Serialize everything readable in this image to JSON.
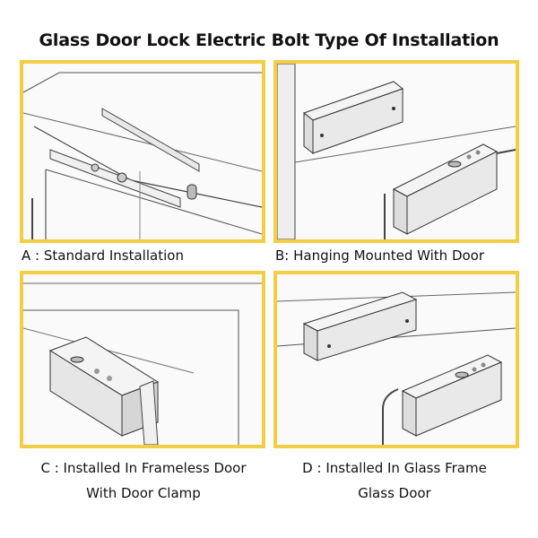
{
  "title": "Glass Door Lock Electric Bolt Type Of Installation",
  "panels": [
    {
      "id": "A",
      "letter": "A",
      "sep": " : ",
      "caption": "Standard Installation"
    },
    {
      "id": "B",
      "letter": "B",
      "sep": ": ",
      "caption": "Hanging Mounted With Door"
    },
    {
      "id": "C",
      "letter": "C",
      "sep": " : ",
      "caption": "Installed In Frameless Door",
      "caption2": "With Door Clamp"
    },
    {
      "id": "D",
      "letter": "D",
      "sep": " : ",
      "caption": "Installed In Glass Frame",
      "caption2": "Glass Door"
    }
  ],
  "colors": {
    "frame": "#f3cd43",
    "line": "#333333",
    "metal": "#e9e9e9"
  }
}
